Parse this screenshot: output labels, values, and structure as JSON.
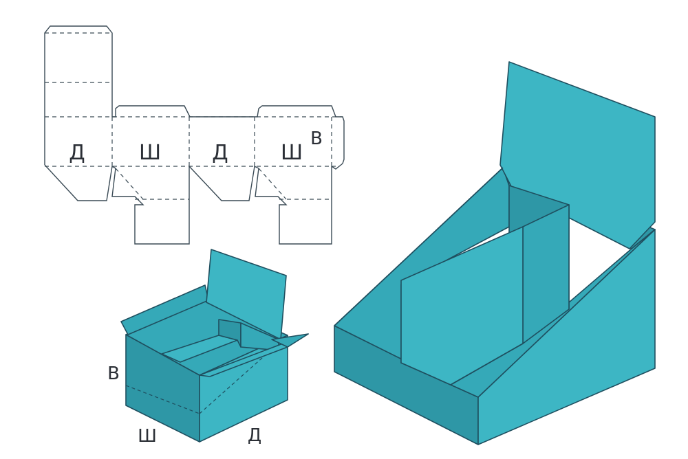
{
  "colors": {
    "box_face_light": "#3db6c4",
    "box_face_mid": "#35a9b8",
    "box_face_dark": "#2e97a6",
    "outline": "#1f4f5f",
    "net_line": "#3a4a55"
  },
  "net": {
    "panel_labels": [
      "Д",
      "Ш",
      "Д",
      "Ш"
    ],
    "tab_label": "В"
  },
  "small_box": {
    "height_label": "В",
    "width_label": "Ш",
    "length_label": "Д"
  },
  "display_box": {}
}
